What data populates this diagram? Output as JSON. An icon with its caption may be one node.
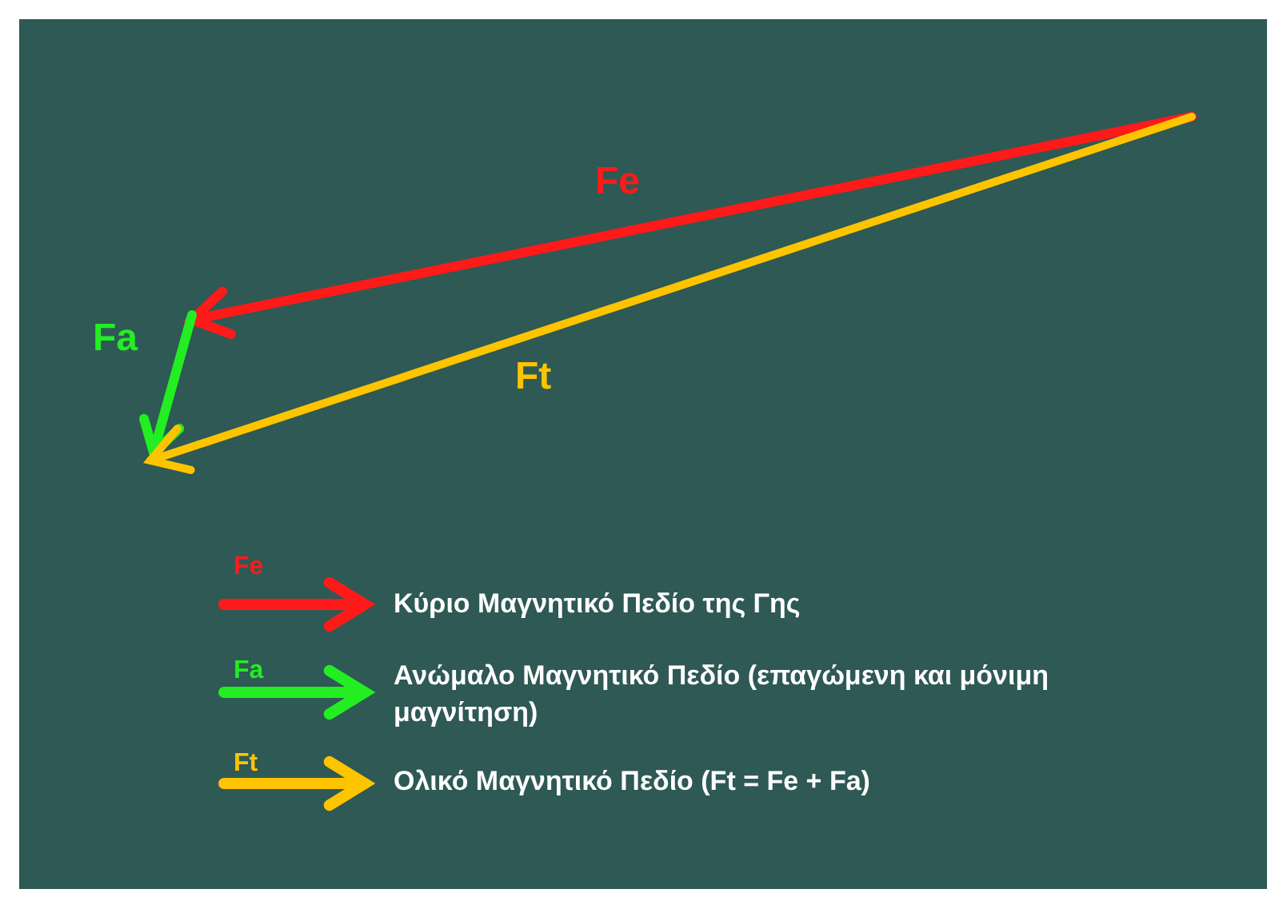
{
  "diagram": {
    "labels": [
      "Fe",
      "Fa",
      "Ft",
      "Fe",
      "Fa",
      "Ft"
    ],
    "legend": [
      {
        "text": "Κύριο Μαγνητικό Πεδίο της Γης"
      },
      {
        "text": "Ανώμαλο Μαγνητικό Πεδίο (επαγώμενη και μόνιμη μαγνίτηση)"
      },
      {
        "text": "Ολικό Μαγνητικό Πεδίο (Ft = Fe + Fa)"
      }
    ]
  }
}
